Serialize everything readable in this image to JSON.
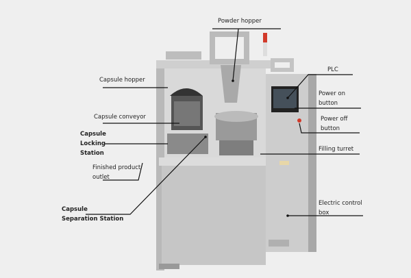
{
  "labels": {
    "powder_hopper": "Powder hopper",
    "capsule_hopper": "Capsule hopper",
    "capsule_conveyor": "Capsule conveyor",
    "capsule_locking_station": [
      "Capsule",
      "Locking",
      "Station"
    ],
    "finished_product_outlet": [
      "Finished product",
      "outlet"
    ],
    "capsule_separation_station": [
      "Capsule",
      "Separation Station"
    ],
    "plc": "PLC",
    "power_on_button": [
      "Power on",
      "button"
    ],
    "power_off_button": [
      "Power off",
      "button"
    ],
    "filling_turret": "Filling turret",
    "electric_control_box": [
      "Electric control",
      "box"
    ]
  },
  "colors": {
    "background": "#efefef",
    "steel": "#c9c9c9",
    "leader_line": "#111111",
    "beacon": "#d23a2a"
  }
}
